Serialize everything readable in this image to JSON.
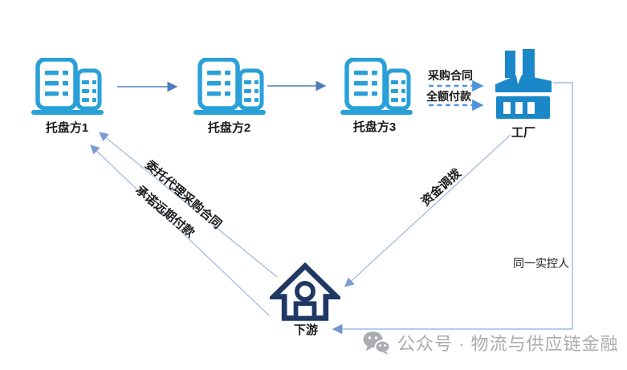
{
  "nodes": {
    "party1": {
      "label": "托盘方1",
      "icon": "building-icon"
    },
    "party2": {
      "label": "托盘方2",
      "icon": "building-icon"
    },
    "party3": {
      "label": "托盘方3",
      "icon": "building-icon"
    },
    "factory": {
      "label": "工厂",
      "icon": "factory-icon"
    },
    "downstream": {
      "label": "下游",
      "icon": "house-icon"
    }
  },
  "edges": {
    "party1_to_party2": {
      "label": "",
      "style": "solid-arrow"
    },
    "party2_to_party3": {
      "label": "",
      "style": "solid-arrow"
    },
    "purchase_contract": {
      "label": "采购合同",
      "style": "dashed-arrow"
    },
    "full_payment": {
      "label": "全额付款",
      "style": "dashed-arrow"
    },
    "entrusted_contract": {
      "label": "委托代理采购合同",
      "style": "thin-arrow"
    },
    "forward_payment": {
      "label": "承诺远期付款",
      "style": "thin-arrow"
    },
    "fund_allocation": {
      "label": "资金调拨",
      "style": "thin-arrow"
    },
    "same_controller": {
      "label": "同一实控人",
      "style": "elbow-connector-arrow"
    }
  },
  "watermark": {
    "icon": "wechat-icon",
    "text": "公众号 · 物流与供应链金融"
  },
  "colors": {
    "building": "#2aa0d8",
    "factory": "#1a87c9",
    "house": "#1f3864",
    "label_text": "#1a1a1a",
    "solid_arrow": "#4d7ebe",
    "dashed_arrow": "#4e96d8",
    "thin_line": "#a6badc",
    "thin_arrowhead": "#7c9cd4",
    "connector_line": "#9bbbe0",
    "connector_arrowhead": "#6e96d3",
    "watermark": "#acacac",
    "watermark_icon": "#a9acb0"
  }
}
